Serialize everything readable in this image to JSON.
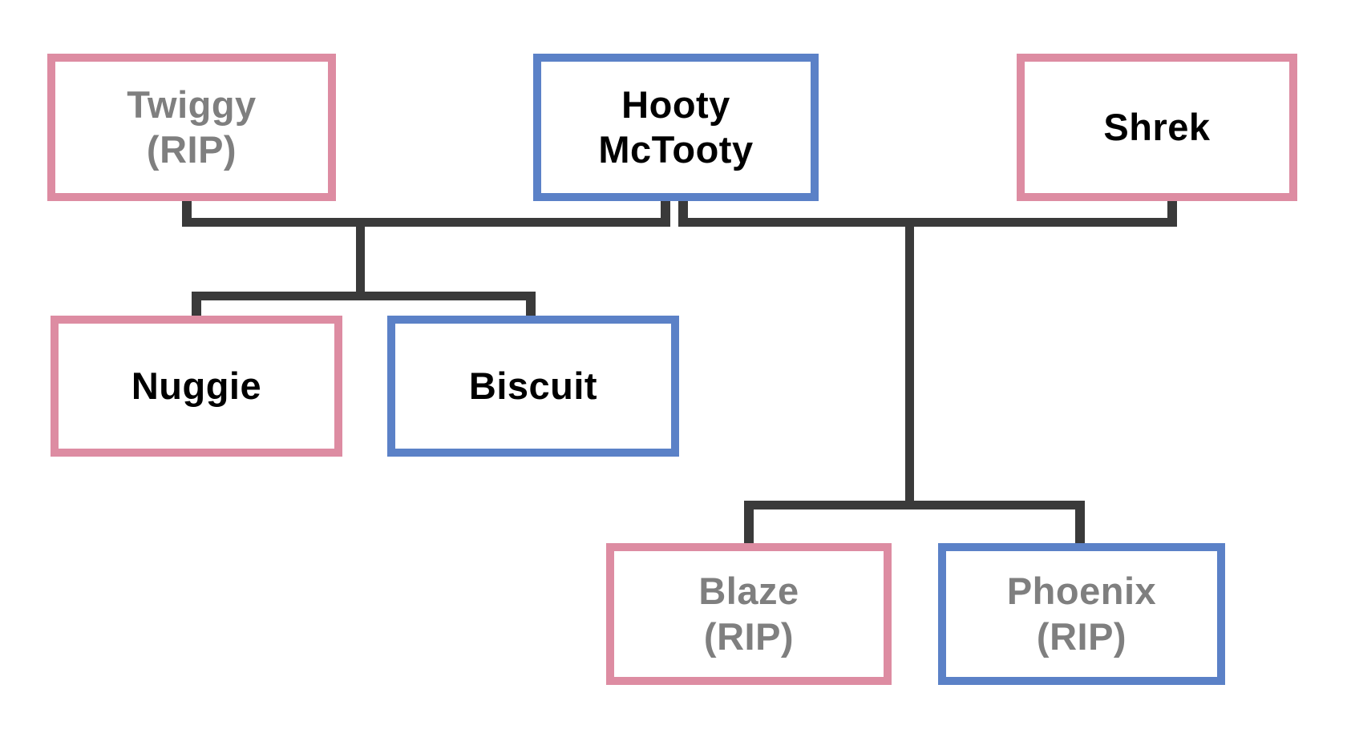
{
  "diagram": {
    "type": "family-tree",
    "background": "#ffffff"
  },
  "colors": {
    "pink_border": "#dd8ca2",
    "blue_border": "#5b81c7",
    "connector": "#3a3a3a",
    "deceased_text": "#7f7f7f",
    "living_text": "#000000",
    "node_fill": "#ffffff"
  },
  "nodes": {
    "twiggy": {
      "label_lines": [
        "Twiggy",
        "(RIP)"
      ],
      "border": "pink",
      "text_color": "#7f7f7f"
    },
    "hooty": {
      "label_lines": [
        "Hooty",
        "McTooty"
      ],
      "border": "blue",
      "text_color": "#000000"
    },
    "shrek": {
      "label_lines": [
        "Shrek"
      ],
      "border": "pink",
      "text_color": "#000000"
    },
    "nuggie": {
      "label_lines": [
        "Nuggie"
      ],
      "border": "pink",
      "text_color": "#000000"
    },
    "biscuit": {
      "label_lines": [
        "Biscuit"
      ],
      "border": "blue",
      "text_color": "#000000"
    },
    "blaze": {
      "label_lines": [
        "Blaze",
        "(RIP)"
      ],
      "border": "pink",
      "text_color": "#7f7f7f"
    },
    "phoenix": {
      "label_lines": [
        "Phoenix",
        "(RIP)"
      ],
      "border": "blue",
      "text_color": "#7f7f7f"
    }
  },
  "families": [
    {
      "parents": [
        "Twiggy",
        "Hooty McTooty"
      ],
      "children": [
        "Nuggie",
        "Biscuit"
      ]
    },
    {
      "parents": [
        "Hooty McTooty",
        "Shrek"
      ],
      "children": [
        "Blaze",
        "Phoenix"
      ]
    }
  ]
}
